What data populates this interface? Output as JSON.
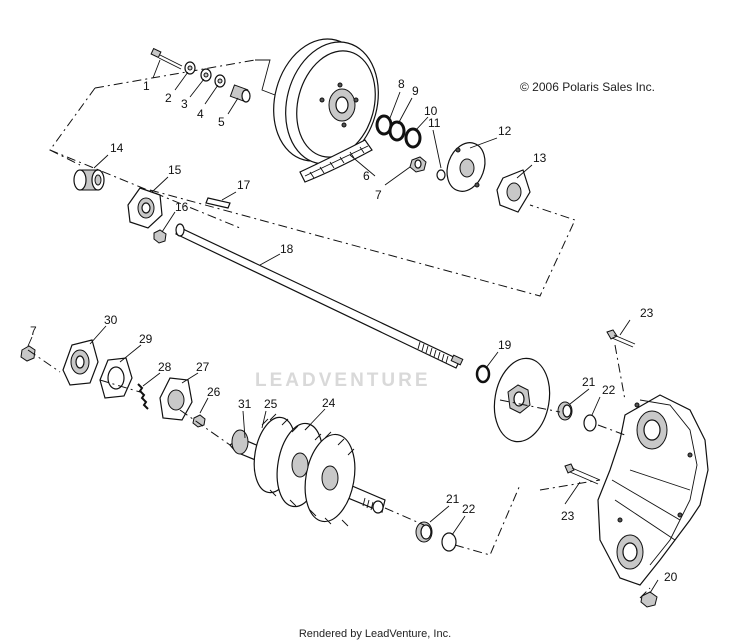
{
  "copyright": "© 2006 Polaris Sales Inc.",
  "watermark": "LEADVENTURE",
  "footer": "Rendered by LeadVenture, Inc.",
  "callouts": [
    "1",
    "2",
    "3",
    "4",
    "5",
    "6",
    "7",
    "8",
    "9",
    "10",
    "11",
    "12",
    "13",
    "14",
    "15",
    "16",
    "17",
    "18",
    "7",
    "30",
    "29",
    "28",
    "27",
    "26",
    "31",
    "25",
    "24",
    "19",
    "21",
    "22",
    "23",
    "23",
    "21",
    "22",
    "20"
  ]
}
